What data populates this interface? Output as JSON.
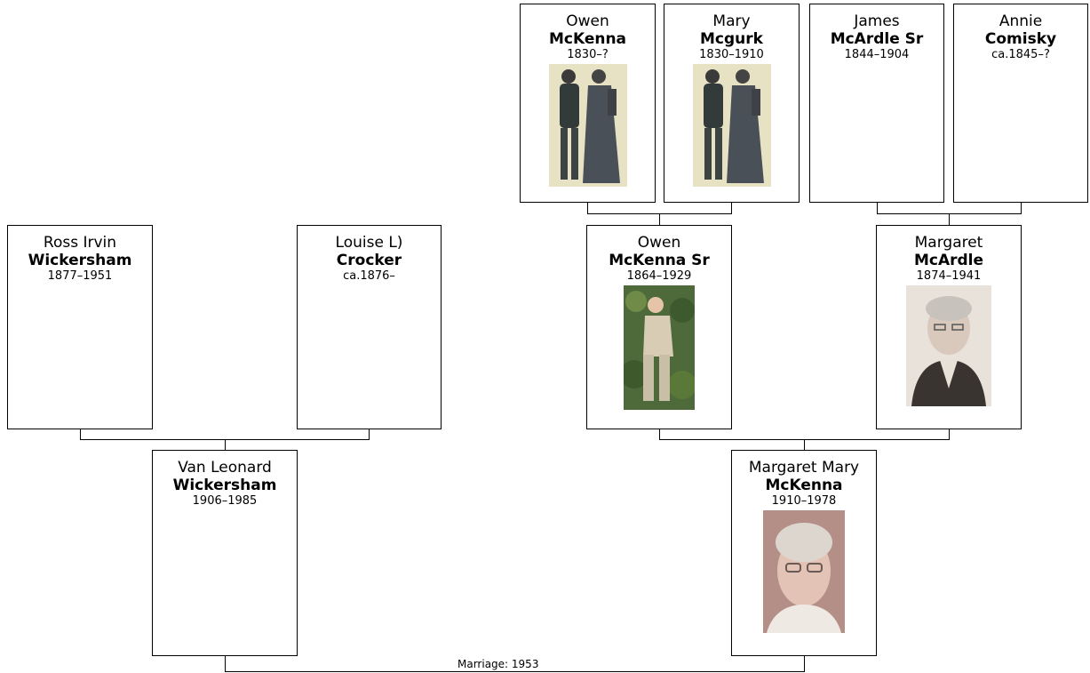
{
  "people": {
    "owen_mckenna": {
      "given": "Owen",
      "surname": "McKenna",
      "dates": "1830–?"
    },
    "mary_mcgurk": {
      "given": "Mary",
      "surname": "Mcgurk",
      "dates": "1830–1910"
    },
    "james_mcardle_sr": {
      "given": "James",
      "surname": "McArdle Sr",
      "dates": "1844–1904"
    },
    "annie_comisky": {
      "given": "Annie",
      "surname": "Comisky",
      "dates": "ca.1845–?"
    },
    "ross_irvin_wickersham": {
      "given": "Ross Irvin",
      "surname": "Wickersham",
      "dates": "1877–1951"
    },
    "louise_crocker": {
      "given": "Louise L)",
      "surname": "Crocker",
      "dates": "ca.1876–"
    },
    "owen_mckenna_sr": {
      "given": "Owen",
      "surname": "McKenna Sr",
      "dates": "1864–1929"
    },
    "margaret_mcardle": {
      "given": "Margaret",
      "surname": "McArdle",
      "dates": "1874–1941"
    },
    "van_leonard_wickersham": {
      "given": "Van Leonard",
      "surname": "Wickersham",
      "dates": "1906–1985"
    },
    "margaret_mary_mckenna": {
      "given": "Margaret Mary",
      "surname": "McKenna",
      "dates": "1910–1978"
    }
  },
  "marriage": {
    "label": "Marriage: 1953"
  }
}
